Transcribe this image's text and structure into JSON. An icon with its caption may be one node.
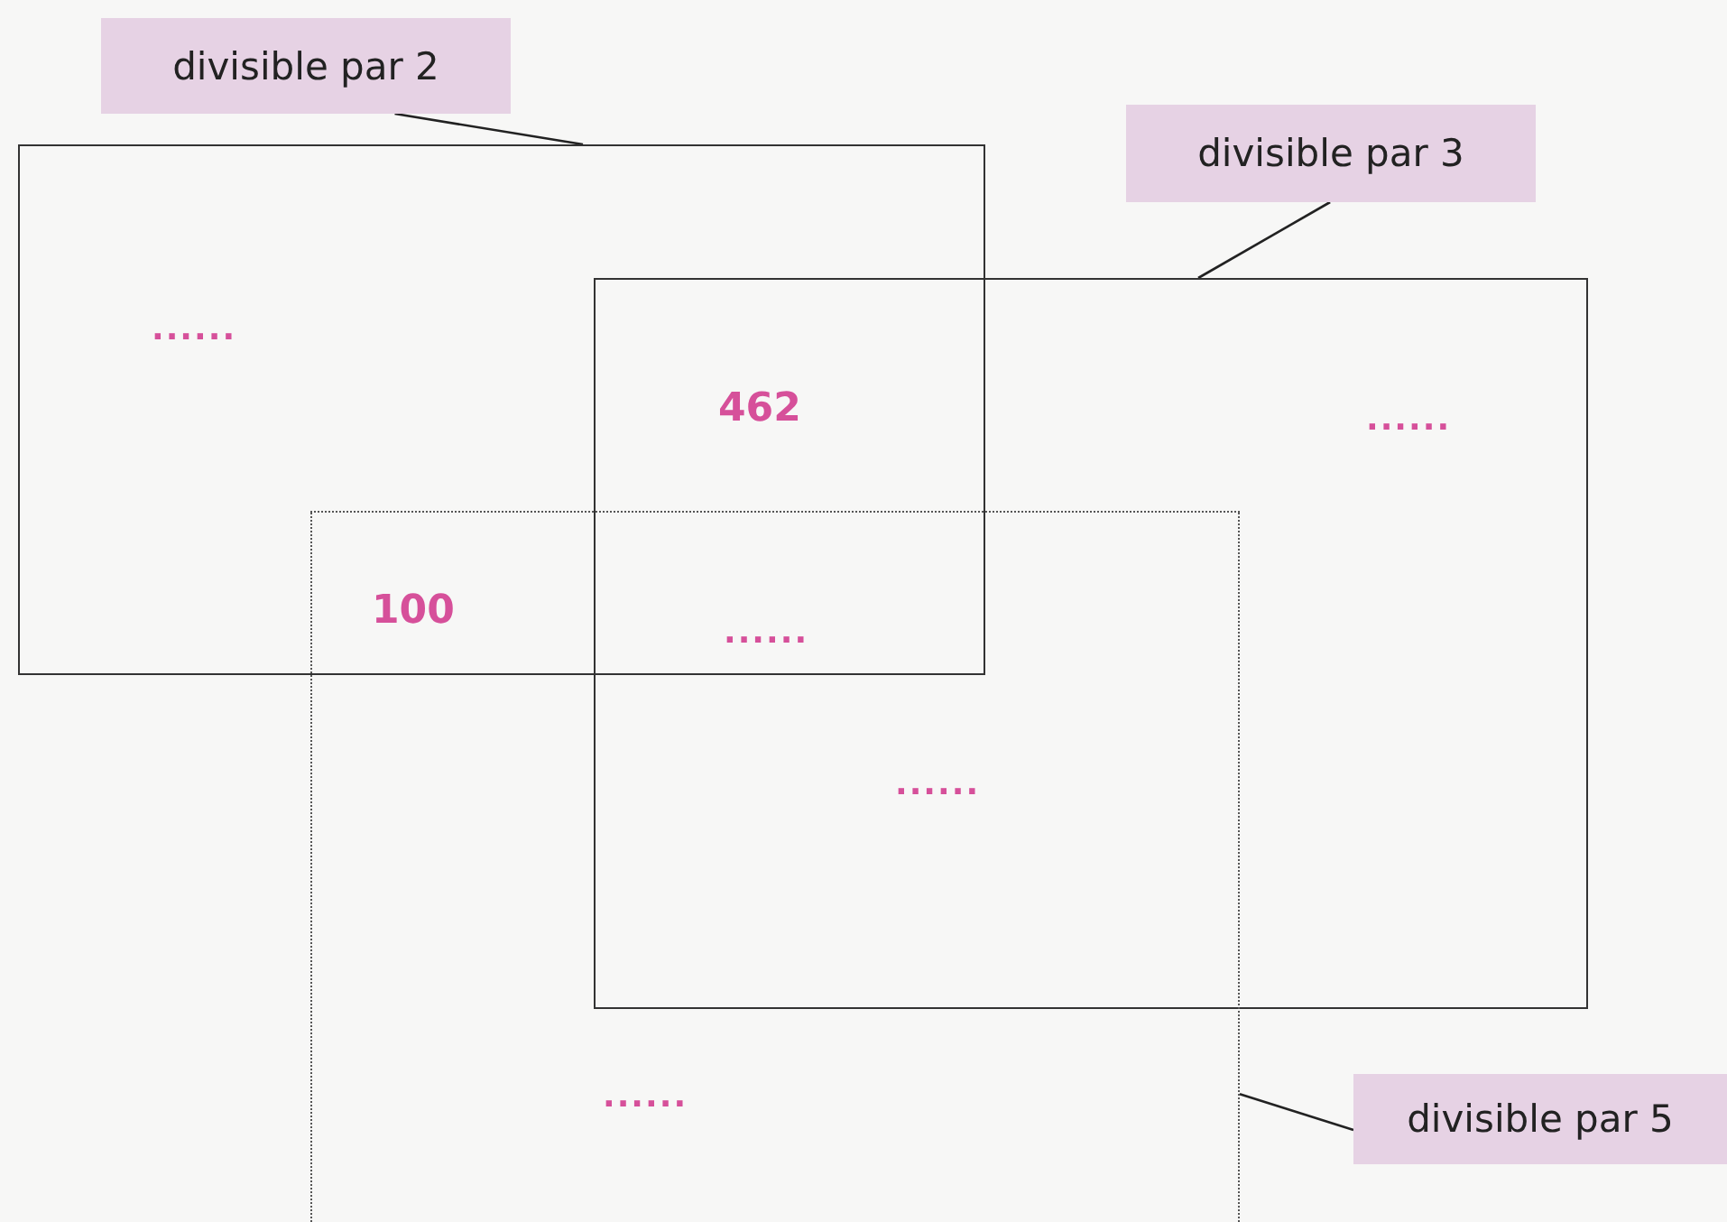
{
  "diagram": {
    "nodes": [
      {
        "text": [
          "divisible par 2"
        ]
      },
      {
        "text": [],
        "shape": "box"
      },
      {
        "text": [
          "divisible par 3"
        ]
      },
      {
        "text": [],
        "shape": "box"
      },
      {
        "text": [],
        "shape": "box"
      },
      {
        "text": [
          "divisible par 5"
        ]
      }
    ],
    "edges": [
      {
        "from": 0,
        "to": 1,
        "arrow": "none"
      },
      {
        "from": 2,
        "to": 3,
        "arrow": "none"
      },
      {
        "from": 5,
        "to": 4,
        "arrow": "none"
      }
    ],
    "labels": [
      "......",
      "462",
      "......",
      "100",
      "......",
      "......",
      "......"
    ]
  }
}
